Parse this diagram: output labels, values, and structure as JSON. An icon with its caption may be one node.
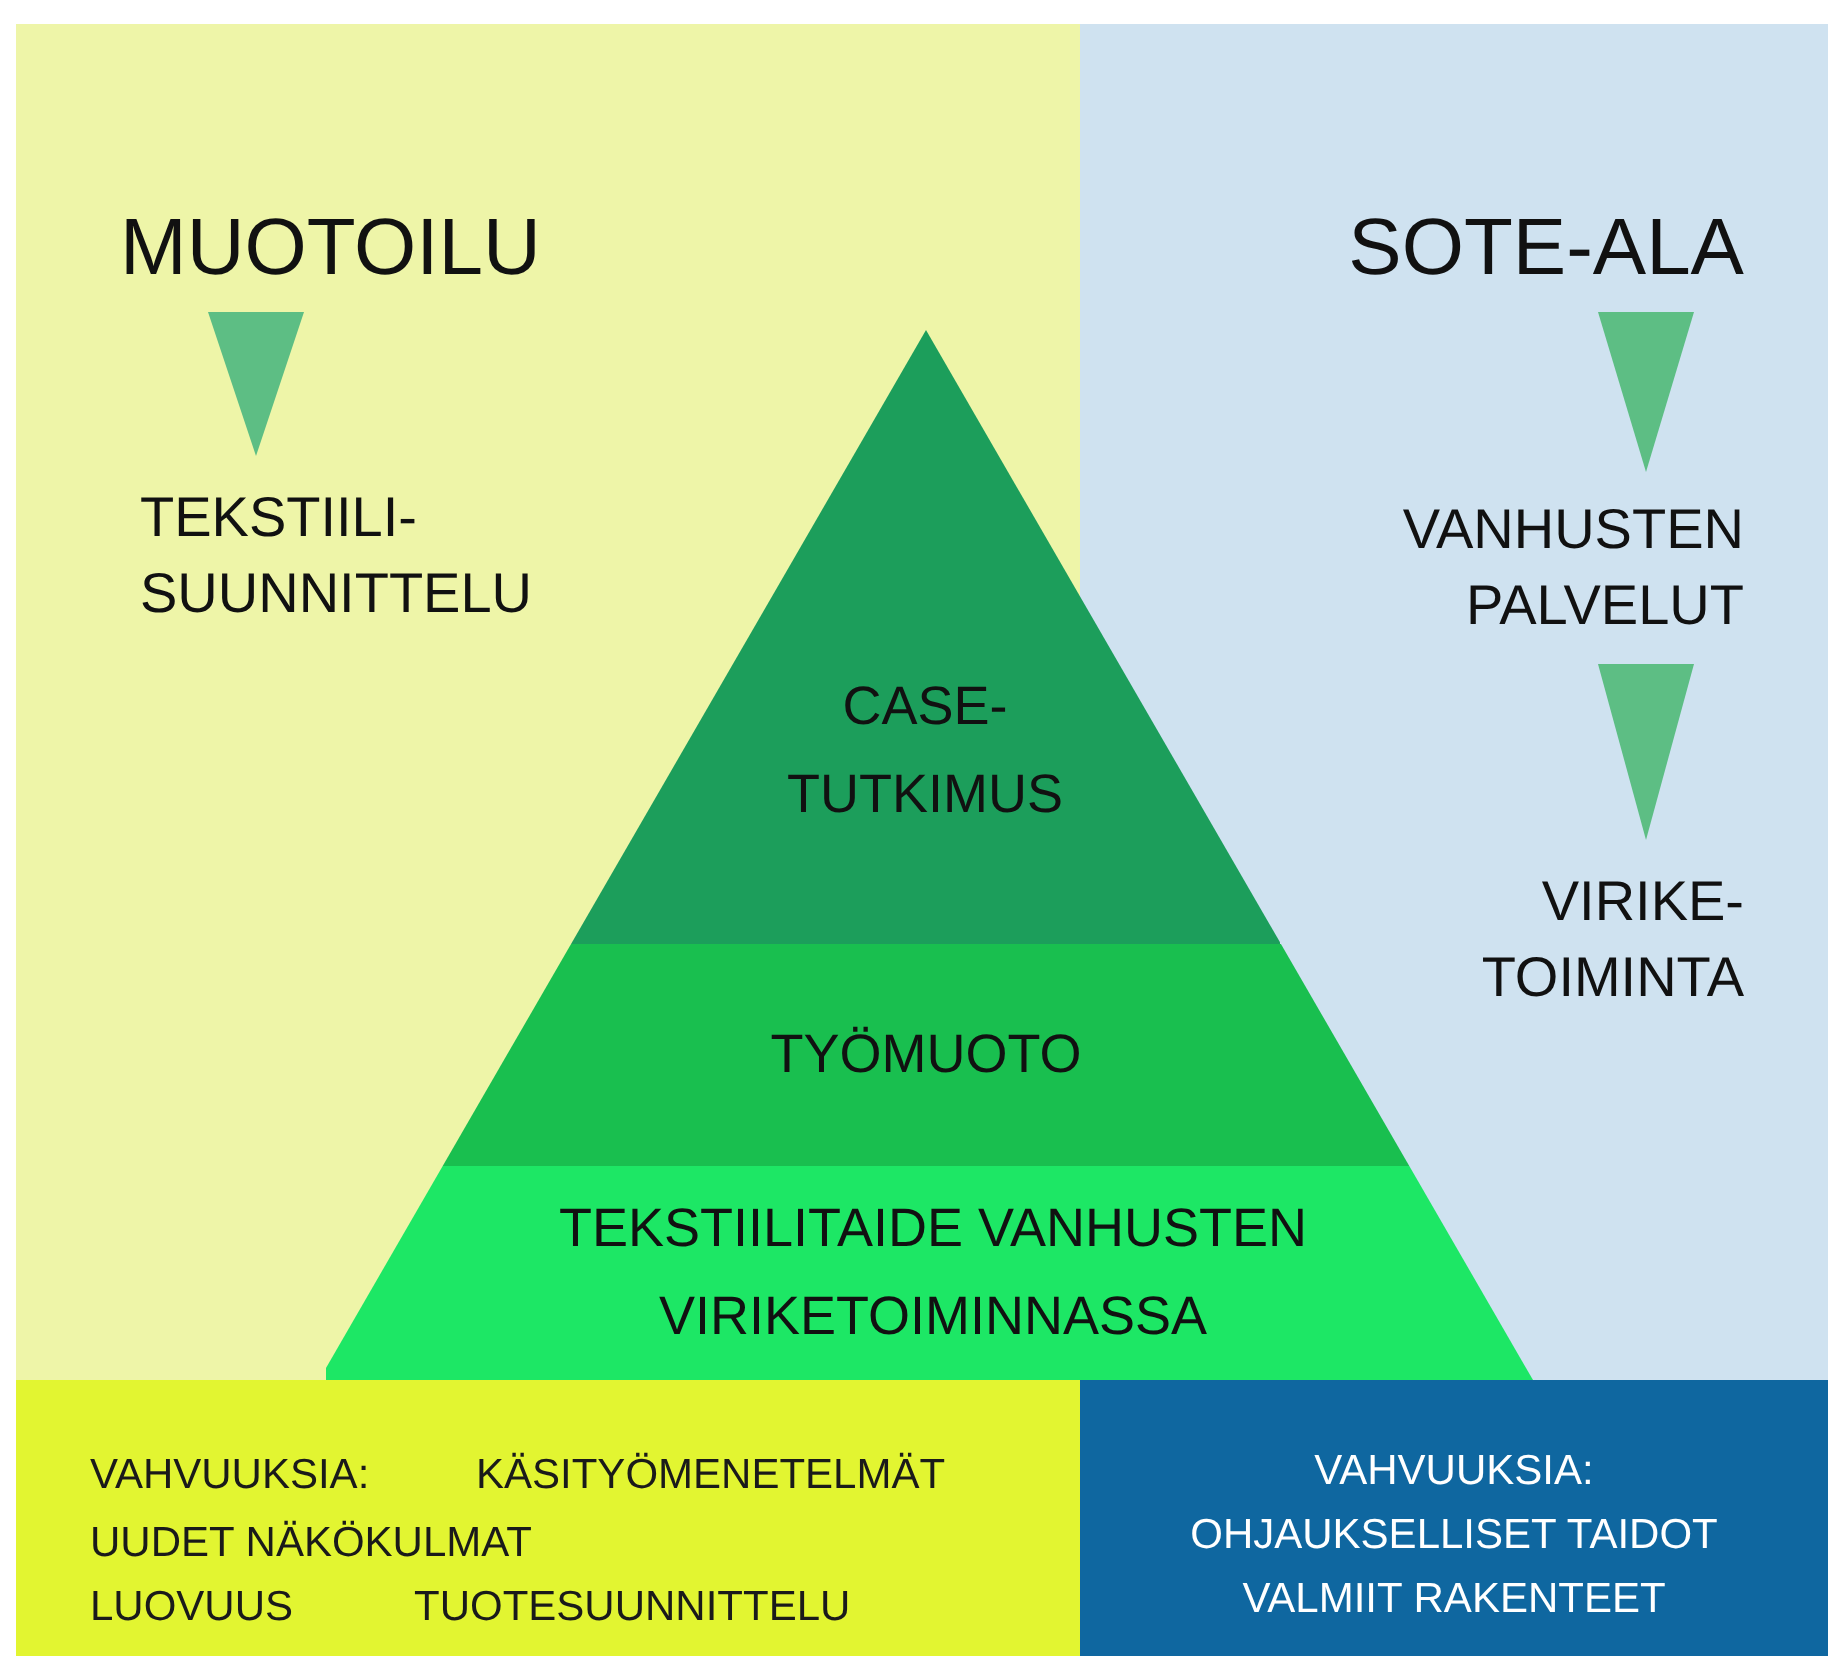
{
  "diagram": {
    "nodes": [
      {
        "text": [],
        "shape": "box"
      },
      {
        "text": [
          "MUOTOILU"
        ],
        "in": 0
      },
      {
        "text": [
          "TEKSTIILI- SUUNNITTELU"
        ],
        "in": 0
      },
      {
        "text": [],
        "shape": "box"
      },
      {
        "text": [
          "SOTE-ALA"
        ],
        "in": 3
      },
      {
        "text": [
          "VANHUSTEN PALVELUT"
        ],
        "in": 3
      },
      {
        "text": [
          "VIRIKE- TOIMINTA"
        ],
        "in": 3
      },
      {
        "text": [
          "CASE- TUTKIMUS"
        ]
      },
      {
        "text": [
          "TYÖMUOTO"
        ]
      },
      {
        "text": [
          "TEKSTIILITAIDE VANHUSTEN VIRIKETOIMINNASSA"
        ]
      },
      {
        "text": [
          "VAHVUUKSIA:",
          "KÄSITYÖMENETELMÄT",
          "UUDET NÄKÖKULMAT",
          "LUOVUUS",
          "TUOTESUUNNITTELU"
        ]
      },
      {
        "text": [
          "VAHVUUKSIA:",
          "OHJAUKSELLISET TAIDOT",
          "VALMIIT RAKENTEET"
        ]
      }
    ],
    "edges": [
      {
        "from": 1,
        "to": 2,
        "arrow": "to"
      },
      {
        "from": 4,
        "to": 5,
        "arrow": "to"
      },
      {
        "from": 5,
        "to": 6,
        "arrow": "to"
      }
    ]
  }
}
